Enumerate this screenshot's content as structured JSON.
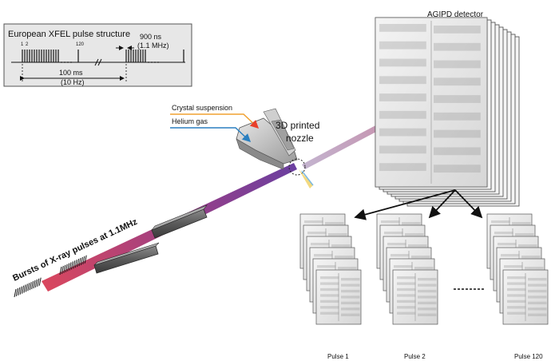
{
  "pulse_structure": {
    "title": "European XFEL pulse structure",
    "pulse_first": "1",
    "pulse_second": "2",
    "pulse_last": "120",
    "interval_ns": "900 ns",
    "rate_mhz": "(1.1 MHz)",
    "train_interval": "100 ms",
    "train_rate": "(10 Hz)"
  },
  "detector": {
    "name": "AGIPD detector"
  },
  "sample_delivery": {
    "crystal_label": "Crystal suspension",
    "helium_label": "Helium gas",
    "nozzle_line1": "3D printed",
    "nozzle_line2": "nozzle"
  },
  "beam": {
    "label": "Bursts of X-ray pulses at 1.1MHz"
  },
  "outputs": {
    "pulse_labels": [
      "Pulse 1",
      "Pulse 2",
      "Pulse 120"
    ]
  },
  "colors": {
    "beam_red": "#d9475e",
    "beam_purple": "#6b3fa0",
    "crystal_line": "#f0a030",
    "helium_line": "#2a7fc0",
    "box_bg": "#e7e7e7"
  }
}
